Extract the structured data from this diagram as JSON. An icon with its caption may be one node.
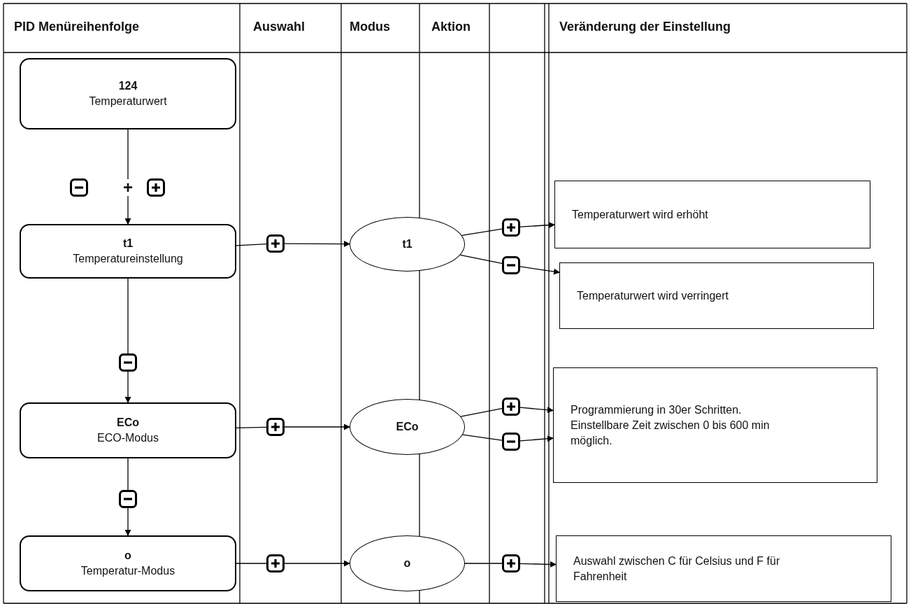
{
  "diagram": {
    "nodes": [
      {
        "text": [
          "124",
          "Temperaturwert"
        ]
      },
      {
        "text": [],
        "shape": "picture"
      },
      {
        "text": [
          "+"
        ]
      },
      {
        "text": [],
        "shape": "picture"
      },
      {
        "text": [
          "t1",
          "Temperatureinstellung"
        ]
      },
      {
        "text": [],
        "shape": "picture"
      },
      {
        "text": [
          "t1"
        ]
      },
      {
        "text": [],
        "shape": "picture"
      },
      {
        "text": [
          "Temperaturwert wird erhöht"
        ]
      },
      {
        "text": [],
        "shape": "picture"
      },
      {
        "text": [
          "Temperaturwert wird verringert"
        ]
      },
      {
        "text": [],
        "shape": "picture"
      },
      {
        "text": [
          "ECo",
          "ECO-Modus"
        ]
      },
      {
        "text": [],
        "shape": "picture"
      },
      {
        "text": [
          "ECo"
        ]
      },
      {
        "text": [],
        "shape": "picture"
      },
      {
        "text": [],
        "shape": "picture"
      },
      {
        "text": [
          "Programmierung in 30er Schritten. Einstellbare Zeit zwischen 0 bis 600 min möglich."
        ]
      },
      {
        "text": [],
        "shape": "picture"
      },
      {
        "text": [
          "o",
          "Temperatur-Modus"
        ]
      },
      {
        "text": [],
        "shape": "picture"
      },
      {
        "text": [
          "o"
        ]
      },
      {
        "text": [],
        "shape": "picture"
      },
      {
        "text": [
          "Auswahl zwischen C für Celsius und F für Fahrenheit"
        ]
      }
    ],
    "edges": [
      {
        "from": 0,
        "to": 2,
        "arrow": "none"
      },
      {
        "from": 2,
        "to": 4,
        "arrow": "to"
      },
      {
        "from": 4,
        "to": 5,
        "arrow": "none"
      },
      {
        "from": 5,
        "to": 6,
        "arrow": "to"
      },
      {
        "from": 6,
        "to": 7,
        "arrow": "none"
      },
      {
        "from": 7,
        "to": 8,
        "arrow": "to"
      },
      {
        "from": 6,
        "to": 9,
        "arrow": "none"
      },
      {
        "from": 9,
        "to": 10,
        "arrow": "to"
      },
      {
        "from": 4,
        "to": 11,
        "arrow": "none"
      },
      {
        "from": 11,
        "to": 12,
        "arrow": "to"
      },
      {
        "from": 12,
        "to": 13,
        "arrow": "none"
      },
      {
        "from": 13,
        "to": 14,
        "arrow": "to"
      },
      {
        "from": 14,
        "to": 15,
        "arrow": "none"
      },
      {
        "from": 15,
        "to": 17,
        "arrow": "to"
      },
      {
        "from": 14,
        "to": 16,
        "arrow": "none"
      },
      {
        "from": 16,
        "to": 17,
        "arrow": "to"
      },
      {
        "from": 12,
        "to": 18,
        "arrow": "none"
      },
      {
        "from": 18,
        "to": 19,
        "arrow": "to"
      },
      {
        "from": 19,
        "to": 20,
        "arrow": "none"
      },
      {
        "from": 20,
        "to": 21,
        "arrow": "to"
      },
      {
        "from": 21,
        "to": 22,
        "arrow": "none"
      },
      {
        "from": 22,
        "to": 23,
        "arrow": "to"
      }
    ],
    "labels": [
      "PID Menüreihenfolge",
      "Auswahl",
      "Modus",
      "Aktion",
      "Veränderung der Einstellung"
    ]
  }
}
